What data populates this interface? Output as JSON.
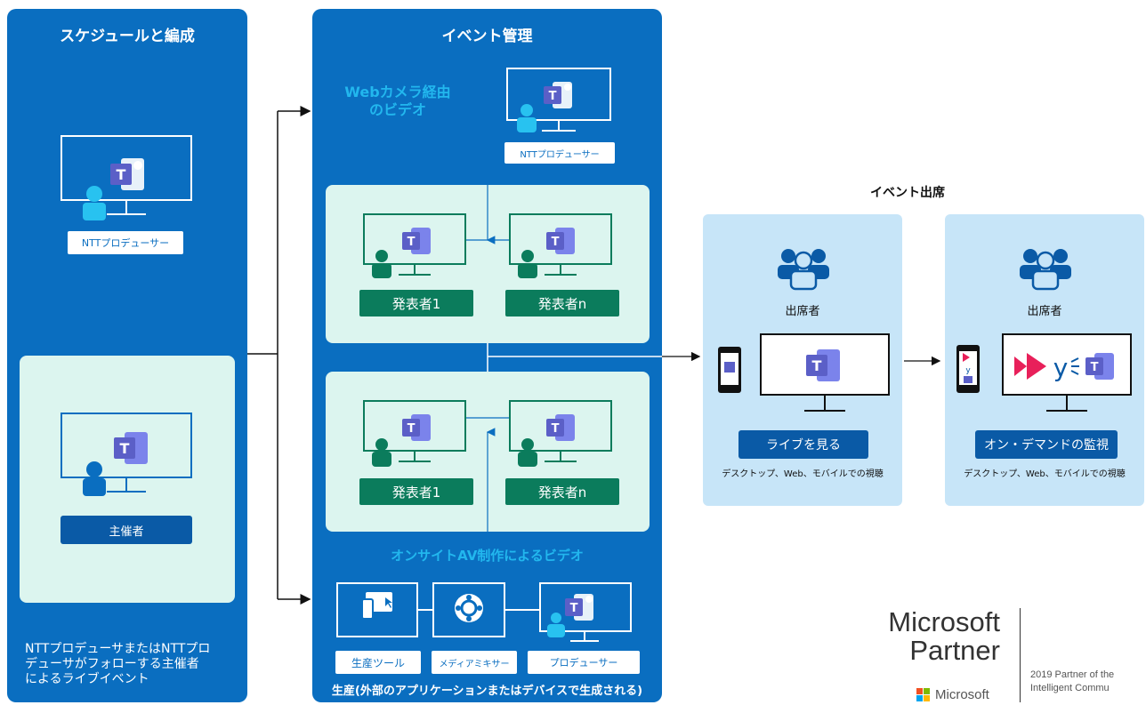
{
  "left_panel": {
    "title": "スケジュールと編成",
    "producer_label": "NTTプロデューサー",
    "organizer_label": "主催者",
    "footnote_lines": [
      "NTTプロデューサまたはNTTプロ",
      "デューサがフォローする主催者",
      "によるライブイベント"
    ]
  },
  "middle_panel": {
    "title": "イベント管理",
    "webcam_title_lines": [
      "Webカメラ経由",
      "のビデオ"
    ],
    "producer_label": "NTTプロデューサー",
    "group1": {
      "presenter1": "発表者1",
      "presentern": "発表者n"
    },
    "group2": {
      "presenter1": "発表者1",
      "presentern": "発表者n"
    },
    "onsite_title": "オンサイトAV制作によるビデオ",
    "production_labels": [
      "生産ツール",
      "メディアミキサー",
      "プロデューサー"
    ],
    "production_caption": "生産(外部のアプリケーションまたはデバイスで生成される)"
  },
  "attendance": {
    "title": "イベント出席",
    "live": {
      "attendee_label": "出席者",
      "button": "ライブを見る",
      "caption": "デスクトップ、Web、モバイルでの視聴"
    },
    "ondemand": {
      "attendee_label": "出席者",
      "button": "オン・デマンドの監視",
      "caption": "デスクトップ、Web、モバイルでの視聴"
    }
  },
  "partner": {
    "line1": "Microsoft",
    "line2": "Partner",
    "brand": "Microsoft",
    "award_line1": "2019 Partner of the",
    "award_line2": "Intelligent Commu"
  },
  "colors": {
    "panel_blue": "#0a6ec0",
    "mint": "#dcf5ef",
    "teams_purple": "#5b5fc7",
    "green": "#0b7c5c",
    "sky": "#c7e5f8",
    "yammer_red": "#e8205a"
  },
  "icons": [
    "teams-icon",
    "person-icon",
    "attendees-icon",
    "phone-icon",
    "yammer-icon",
    "tablet-tool-icon",
    "media-mixer-icon",
    "microsoft-logo-icon"
  ]
}
